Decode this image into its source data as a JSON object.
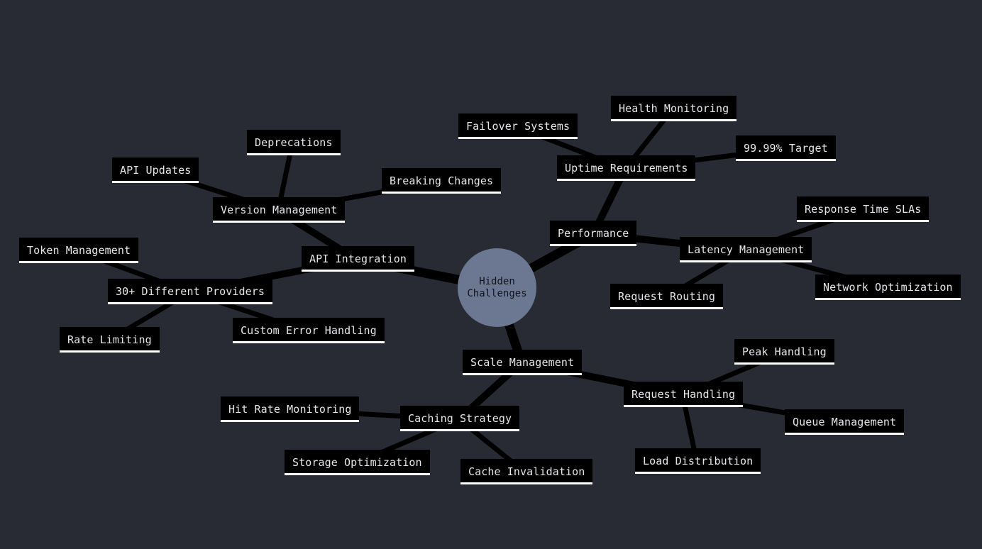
{
  "root": {
    "line1": "Hidden",
    "line2": "Challenges"
  },
  "branches": {
    "api_integration": {
      "label": "API Integration",
      "version_management": {
        "label": "Version Management",
        "children": [
          "API Updates",
          "Deprecations",
          "Breaking Changes"
        ]
      },
      "providers": {
        "label": "30+ Different Providers",
        "children": [
          "Token Management",
          "Rate Limiting",
          "Custom Error Handling"
        ]
      }
    },
    "performance": {
      "label": "Performance",
      "uptime": {
        "label": "Uptime Requirements",
        "children": [
          "Failover Systems",
          "Health Monitoring",
          "99.99% Target"
        ]
      },
      "latency": {
        "label": "Latency Management",
        "children": [
          "Response Time SLAs",
          "Network Optimization",
          "Request Routing"
        ]
      }
    },
    "scale": {
      "label": "Scale Management",
      "request_handling": {
        "label": "Request Handling",
        "children": [
          "Peak Handling",
          "Queue Management",
          "Load Distribution"
        ]
      },
      "caching": {
        "label": "Caching Strategy",
        "children": [
          "Hit Rate Monitoring",
          "Storage Optimization",
          "Cache Invalidation"
        ]
      }
    }
  }
}
